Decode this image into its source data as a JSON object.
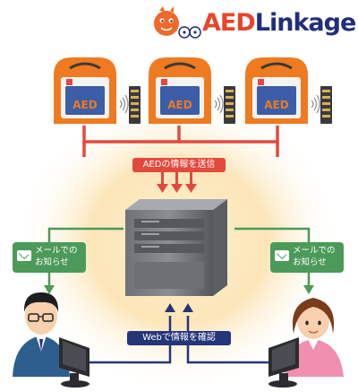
{
  "logo": {
    "part1": "AED",
    "part2": "Linkage"
  },
  "aed_label": "AED",
  "labels": {
    "send_info": "AEDの情報を送信",
    "web_confirm": "Webで情報を確認",
    "mail_notice_left": [
      "メールでの",
      "お知らせ"
    ],
    "mail_notice_right": [
      "メールでの",
      "お知らせ"
    ]
  },
  "colors": {
    "red_arrow": "#e24a3d",
    "green_line": "#4c9a59",
    "blue_line": "#26357a",
    "aed_orange": "#ef7a1f",
    "glow": "#fbe3b0"
  }
}
